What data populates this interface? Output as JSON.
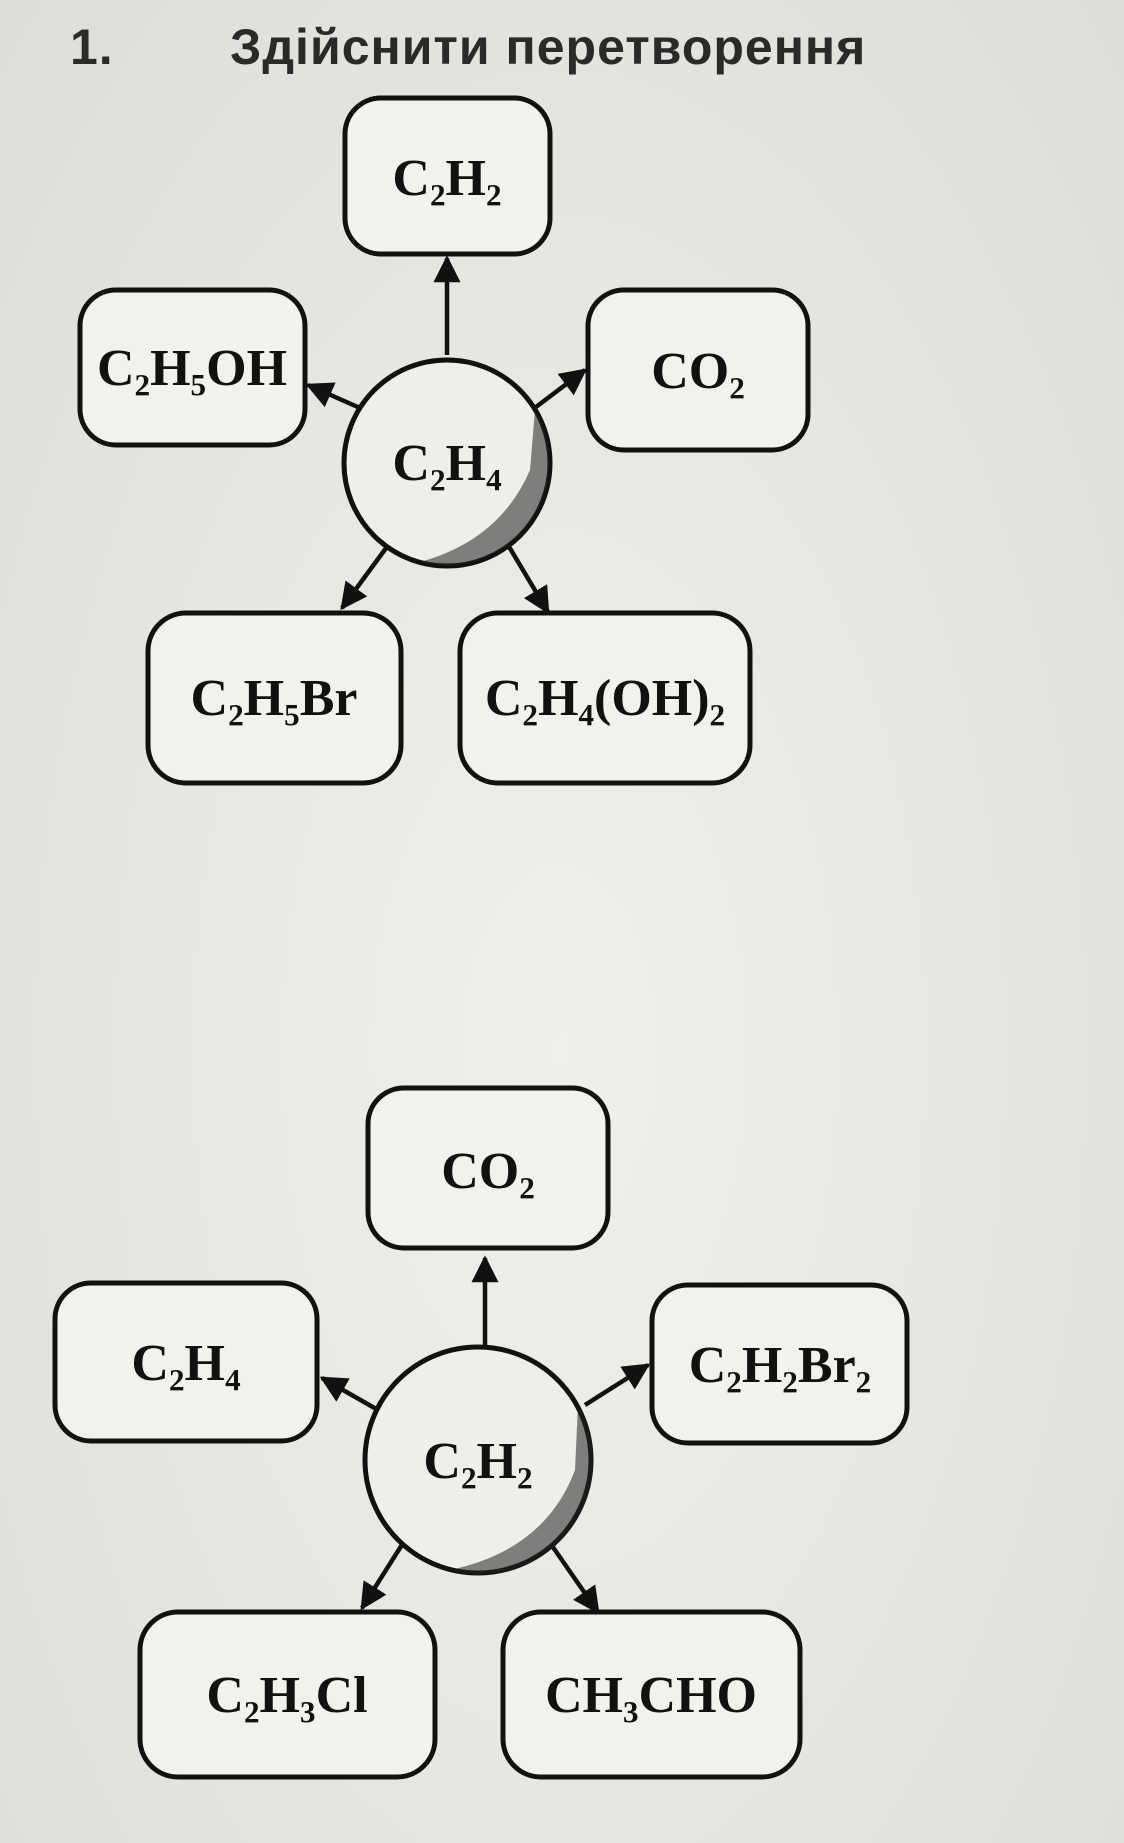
{
  "task": {
    "number": "1.",
    "title": "Здійснити перетворення"
  },
  "scheme1": {
    "center": "C₂H₄",
    "products": {
      "top": "C₂H₂",
      "left": "C₂H₅OH",
      "right": "CO₂",
      "bottom_left": "C₂H₅Br",
      "bottom_right": "C₂H₄(OH)₂"
    }
  },
  "scheme2": {
    "center": "C₂H₂",
    "products": {
      "top": "CO₂",
      "left": "C₂H₄",
      "right": "C₂H₂Br₂",
      "bottom_left": "C₂H₃Cl",
      "bottom_right": "CH₃CHO"
    }
  }
}
